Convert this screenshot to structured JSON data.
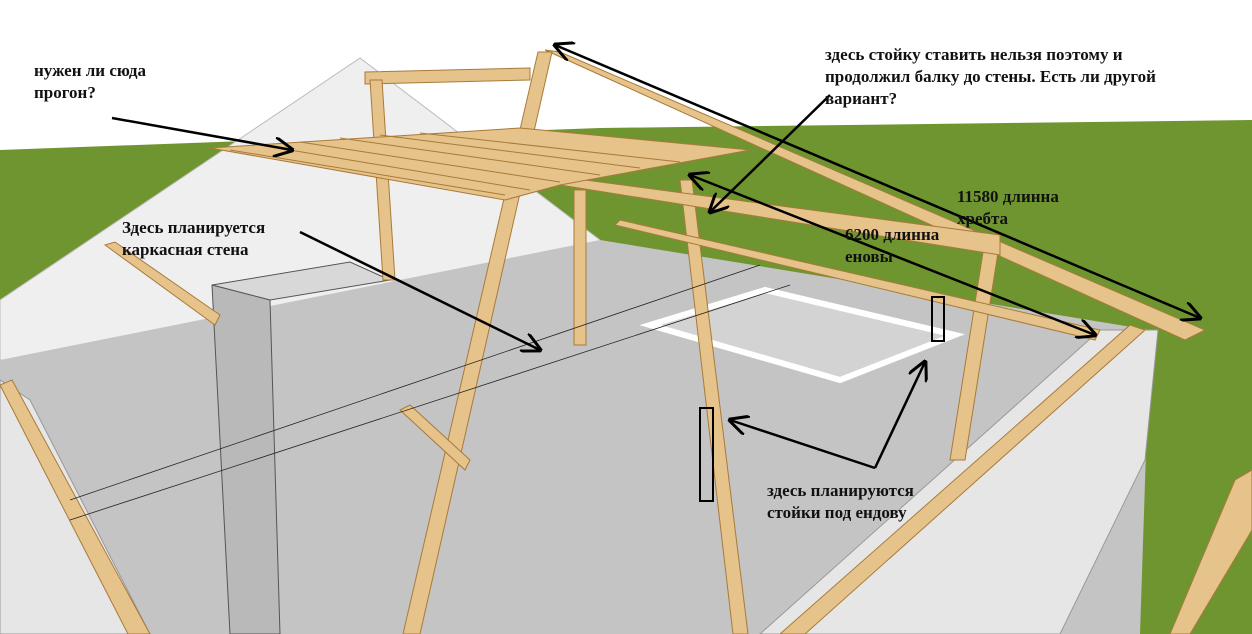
{
  "annotations": {
    "purlin_question": "нужен ли сюда\nпрогон?",
    "post_note": "здесь стойку ставить нельзя поэтому и\nпродолжил балку до стены. Есть ли другой\nвариант?",
    "ridge_length": "11580 длинна\nхребта",
    "valley_length": "6200 длинна\nеновы",
    "frame_wall": "Здесь планируется\nкаркасная стена",
    "valley_posts": "здесь планируются\nстойки под ендову"
  },
  "colors": {
    "grass": "#6f9530",
    "floor": "#c4c4c4",
    "wall": "#ebebeb",
    "wood": "#e6c38a",
    "wood_edge": "#a87a3a",
    "annotation": "#000000"
  }
}
